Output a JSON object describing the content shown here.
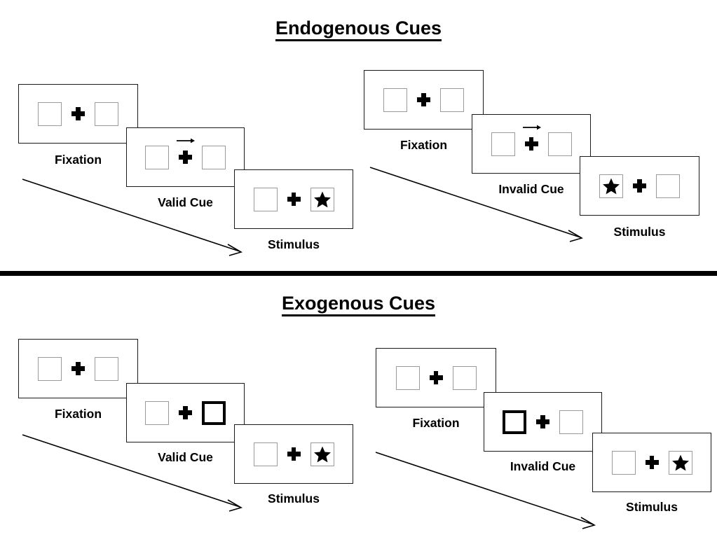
{
  "figure": {
    "sections": [
      {
        "id": "endogenous",
        "title": "Endogenous Cues",
        "conditions": [
          {
            "id": "endogenous-valid",
            "frames": [
              {
                "label": "Fixation",
                "left_box": "empty",
                "right_box": "empty",
                "cue": "none",
                "center": "fixation-cross"
              },
              {
                "label": "Valid Cue",
                "left_box": "empty",
                "right_box": "empty",
                "cue": "arrow-right",
                "center": "fixation-cross"
              },
              {
                "label": "Stimulus",
                "left_box": "empty",
                "right_box": "star",
                "cue": "none",
                "center": "fixation-cross"
              }
            ]
          },
          {
            "id": "endogenous-invalid",
            "frames": [
              {
                "label": "Fixation",
                "left_box": "empty",
                "right_box": "empty",
                "cue": "none",
                "center": "fixation-cross"
              },
              {
                "label": "Invalid Cue",
                "left_box": "empty",
                "right_box": "empty",
                "cue": "arrow-right",
                "center": "fixation-cross"
              },
              {
                "label": "Stimulus",
                "left_box": "star",
                "right_box": "empty",
                "cue": "none",
                "center": "fixation-cross"
              }
            ]
          }
        ]
      },
      {
        "id": "exogenous",
        "title": "Exogenous Cues",
        "conditions": [
          {
            "id": "exogenous-valid",
            "frames": [
              {
                "label": "Fixation",
                "left_box": "empty",
                "right_box": "empty",
                "cue": "none",
                "center": "fixation-cross"
              },
              {
                "label": "Valid Cue",
                "left_box": "empty",
                "right_box": "highlighted",
                "cue": "none",
                "center": "fixation-cross"
              },
              {
                "label": "Stimulus",
                "left_box": "empty",
                "right_box": "star",
                "cue": "none",
                "center": "fixation-cross"
              }
            ]
          },
          {
            "id": "exogenous-invalid",
            "frames": [
              {
                "label": "Fixation",
                "left_box": "empty",
                "right_box": "empty",
                "cue": "none",
                "center": "fixation-cross"
              },
              {
                "label": "Invalid Cue",
                "left_box": "highlighted",
                "right_box": "empty",
                "cue": "none",
                "center": "fixation-cross"
              },
              {
                "label": "Stimulus",
                "left_box": "empty",
                "right_box": "star",
                "cue": "none",
                "center": "fixation-cross"
              }
            ]
          }
        ]
      }
    ],
    "time_arrows": 4,
    "colors": {
      "background": "#ffffff",
      "frame_border": "#1a1a1a",
      "box_border": "#9a9a9a",
      "highlight_border": "#000000",
      "ink": "#000000",
      "divider": "#000000"
    }
  }
}
